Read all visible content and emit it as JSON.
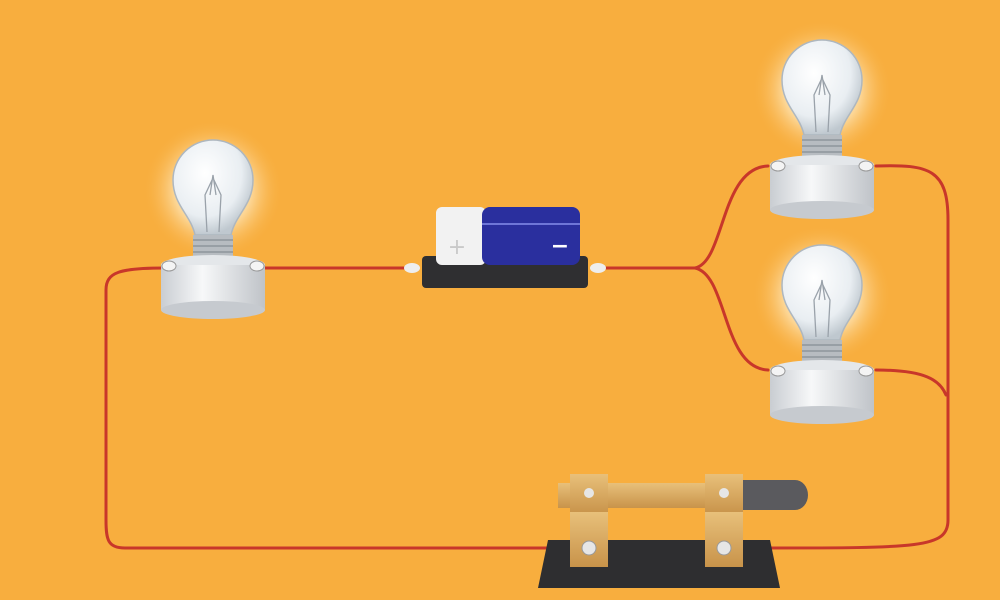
{
  "colors": {
    "background": "#F8AE3E",
    "wire": "#C8372A",
    "battery_body": "#2A2F9E",
    "battery_cap": "#F2F2F2",
    "switch_metal": "#D9A85C",
    "switch_base": "#2E2E30",
    "switch_handle": "#5A5A5E"
  },
  "battery": {
    "positive_label": "+",
    "negative_label": "−"
  },
  "components": {
    "bulbs": [
      "left-bulb",
      "right-top-bulb",
      "right-bottom-bulb"
    ],
    "switch_state": "closed"
  }
}
